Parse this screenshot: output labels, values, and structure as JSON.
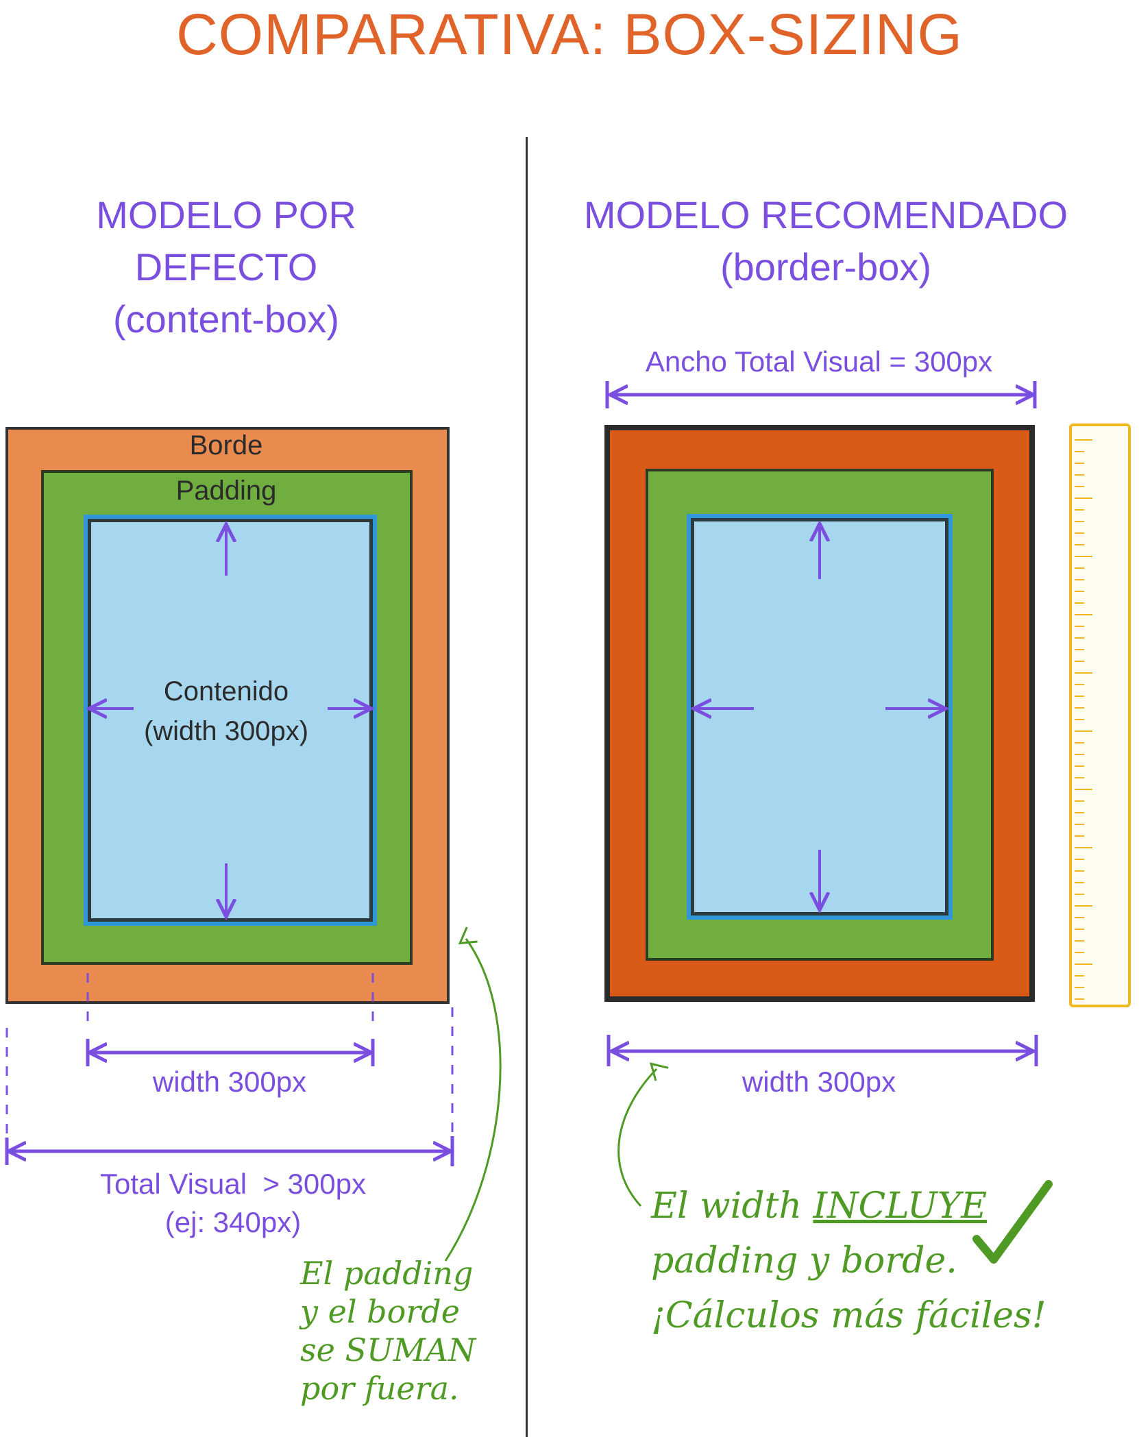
{
  "title": "COMPARATIVA: BOX-SIZING",
  "left": {
    "heading_line1": "MODELO POR DEFECTO",
    "heading_line2": "(content-box)",
    "label_border": "Borde",
    "label_padding": "Padding",
    "label_content_line1": "Contenido",
    "label_content_line2": "(width 300px)",
    "width_label": "width 300px",
    "total_line1": "Total Visual  > 300px",
    "total_line2": "(ej: 340px)",
    "note_line1": "El padding",
    "note_line2": "y el borde",
    "note_line3": "se SUMAN",
    "note_line4": "por fuera."
  },
  "right": {
    "heading_line1": "MODELO RECOMENDADO",
    "heading_line2": "(border-box)",
    "total_label": "Ancho Total Visual = 300px",
    "width_label": "width 300px",
    "note_line1_pre": "El width ",
    "note_line1_em": "INCLUYE",
    "note_line2": "padding y borde.",
    "note_line3": "¡Cálculos más fáciles!"
  },
  "colors": {
    "title": "#e0642a",
    "heading": "#7a4fe0",
    "border_box_left": "#e98a4f",
    "border_box_right": "#d95a17",
    "padding": "#6fae3f",
    "content": "#a6d7ef",
    "note": "#4f9a24",
    "ruler": "#f0b820"
  }
}
